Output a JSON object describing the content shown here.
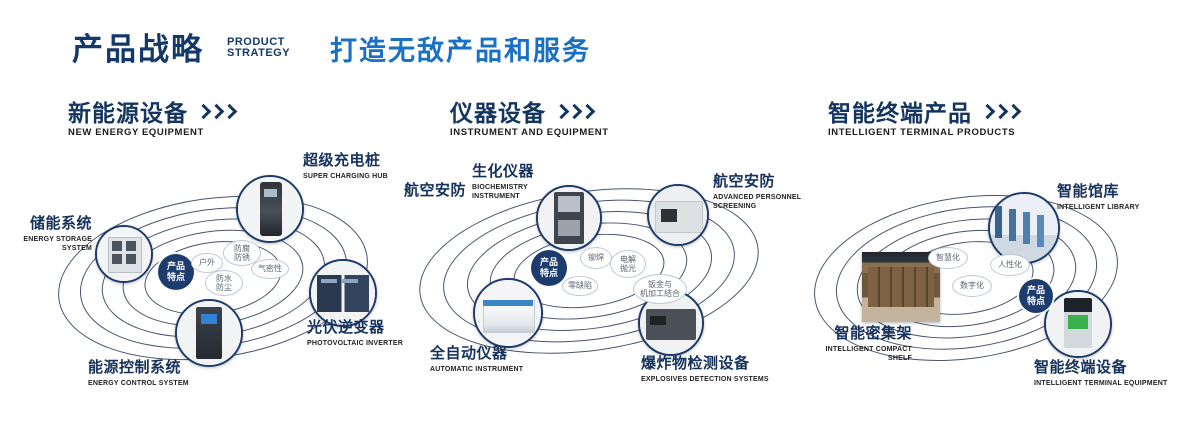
{
  "header": {
    "title_cn": "产品战略",
    "title_en": [
      "PRODUCT",
      "STRATEGY"
    ],
    "slogan": "打造无敌产品和服务"
  },
  "colors": {
    "navy": "#15386b",
    "slogan_blue": "#1a70c4",
    "orbit_line": "#46546e",
    "badge_navy": "#1d3c6e"
  },
  "sections": [
    {
      "title_cn": "新能源设备",
      "title_en": "NEW ENERGY EQUIPMENT",
      "center_badge": "产品\n特点",
      "features": [
        "户外",
        "防腐\n防锈",
        "气密性",
        "防水\n防尘"
      ],
      "products": [
        {
          "name_cn": "储能系统",
          "name_en": "ENERGY STORAGE\nSYSTEM"
        },
        {
          "name_cn": "超级充电桩",
          "name_en": "SUPER CHARGING HUB"
        },
        {
          "name_cn": "光伏逆变器",
          "name_en": "PHOTOVOLTAIC INVERTER"
        },
        {
          "name_cn": "能源控制系统",
          "name_en": "ENERGY CONTROL SYSTEM"
        }
      ]
    },
    {
      "title_cn": "仪器设备",
      "title_en": "INSTRUMENT AND EQUIPMENT",
      "extra_label": "航空安防",
      "center_badge": "产品\n特点",
      "features": [
        "铆焊",
        "电解\n抛光",
        "零缺陷",
        "钣金与\n机加工结合"
      ],
      "products": [
        {
          "name_cn": "生化仪器",
          "name_en": "BIOCHEMISTRY\nINSTRUMENT"
        },
        {
          "name_cn": "航空安防",
          "name_en": "ADVANCED PERSONNEL\nSCREENING"
        },
        {
          "name_cn": "全自动仪器",
          "name_en": "AUTOMATIC INSTRUMENT"
        },
        {
          "name_cn": "爆炸物检测设备",
          "name_en": "EXPLOSIVES DETECTION SYSTEMS"
        }
      ]
    },
    {
      "title_cn": "智能终端产品",
      "title_en": "INTELLIGENT TERMINAL PRODUCTS",
      "center_badge": "产品\n特点",
      "features": [
        "智慧化",
        "人性化",
        "数字化"
      ],
      "products": [
        {
          "name_cn": "智能馆库",
          "name_en": "INTELLIGENT LIBRARY"
        },
        {
          "name_cn": "智能密集架",
          "name_en": "INTELLIGENT COMPACT\nSHELF"
        },
        {
          "name_cn": "智能终端设备",
          "name_en": "INTELLIGENT TERMINAL EQUIPMENT"
        }
      ]
    }
  ]
}
